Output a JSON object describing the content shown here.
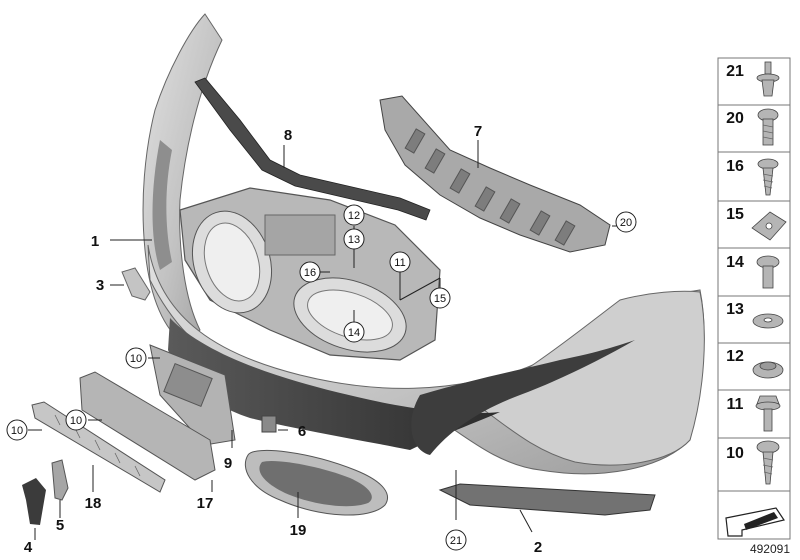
{
  "diagram": {
    "reference_number": "492091",
    "callouts": {
      "c1": "1",
      "c2": "2",
      "c3": "3",
      "c4": "4",
      "c5": "5",
      "c6": "6",
      "c7": "7",
      "c8": "8",
      "c9": "9",
      "c17": "17",
      "c18": "18",
      "c19": "19"
    },
    "circled_callouts": {
      "c10a": "10",
      "c10b": "10",
      "c10c": "10",
      "c11": "11",
      "c12": "12",
      "c13": "13",
      "c14": "14",
      "c15": "15",
      "c16": "16",
      "c20": "20",
      "c21": "21"
    },
    "parts_legend": [
      {
        "number": "21",
        "icon": "expanding-rivet-icon"
      },
      {
        "number": "20",
        "icon": "torx-bolt-icon"
      },
      {
        "number": "16",
        "icon": "sheet-metal-screw-icon"
      },
      {
        "number": "15",
        "icon": "spring-nut-icon"
      },
      {
        "number": "14",
        "icon": "hex-bolt-washer-icon"
      },
      {
        "number": "13",
        "icon": "washer-icon"
      },
      {
        "number": "12",
        "icon": "clip-nut-icon"
      },
      {
        "number": "11",
        "icon": "collar-screw-icon"
      },
      {
        "number": "10",
        "icon": "self-tapping-screw-icon"
      }
    ],
    "colors": {
      "part_fill": "#c8c8c8",
      "part_shadow": "#8c8c8c",
      "part_dark": "#3a3a3a",
      "outline": "#555555",
      "legend_border": "#777777"
    }
  }
}
